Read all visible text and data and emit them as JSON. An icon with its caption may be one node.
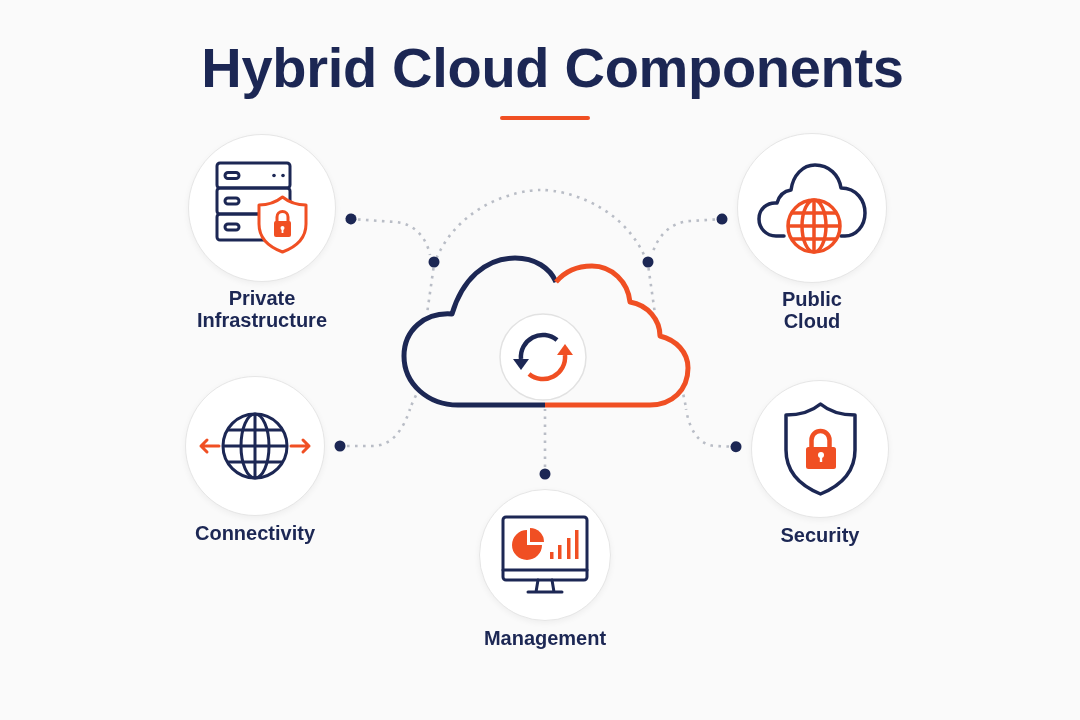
{
  "diagram": {
    "title": "Hybrid Cloud Components",
    "nodes": [
      {
        "text": [],
        "shape": "cloud"
      },
      {
        "text": [
          "Private Infrastructure"
        ]
      },
      {
        "text": [
          "Public Cloud"
        ]
      },
      {
        "text": [
          "Connectivity"
        ]
      },
      {
        "text": [
          "Management"
        ]
      },
      {
        "text": [
          "Security"
        ]
      }
    ],
    "edges": [
      {
        "from": 1,
        "to": 0,
        "arrow": "other",
        "style": "dashed"
      },
      {
        "from": 2,
        "to": 0,
        "arrow": "other",
        "style": "dashed"
      },
      {
        "from": 3,
        "to": 0,
        "arrow": "other",
        "style": "dashed"
      },
      {
        "from": 4,
        "to": 0,
        "arrow": "other",
        "style": "dashed"
      },
      {
        "from": 5,
        "to": 0,
        "arrow": "other",
        "style": "dashed"
      }
    ]
  }
}
